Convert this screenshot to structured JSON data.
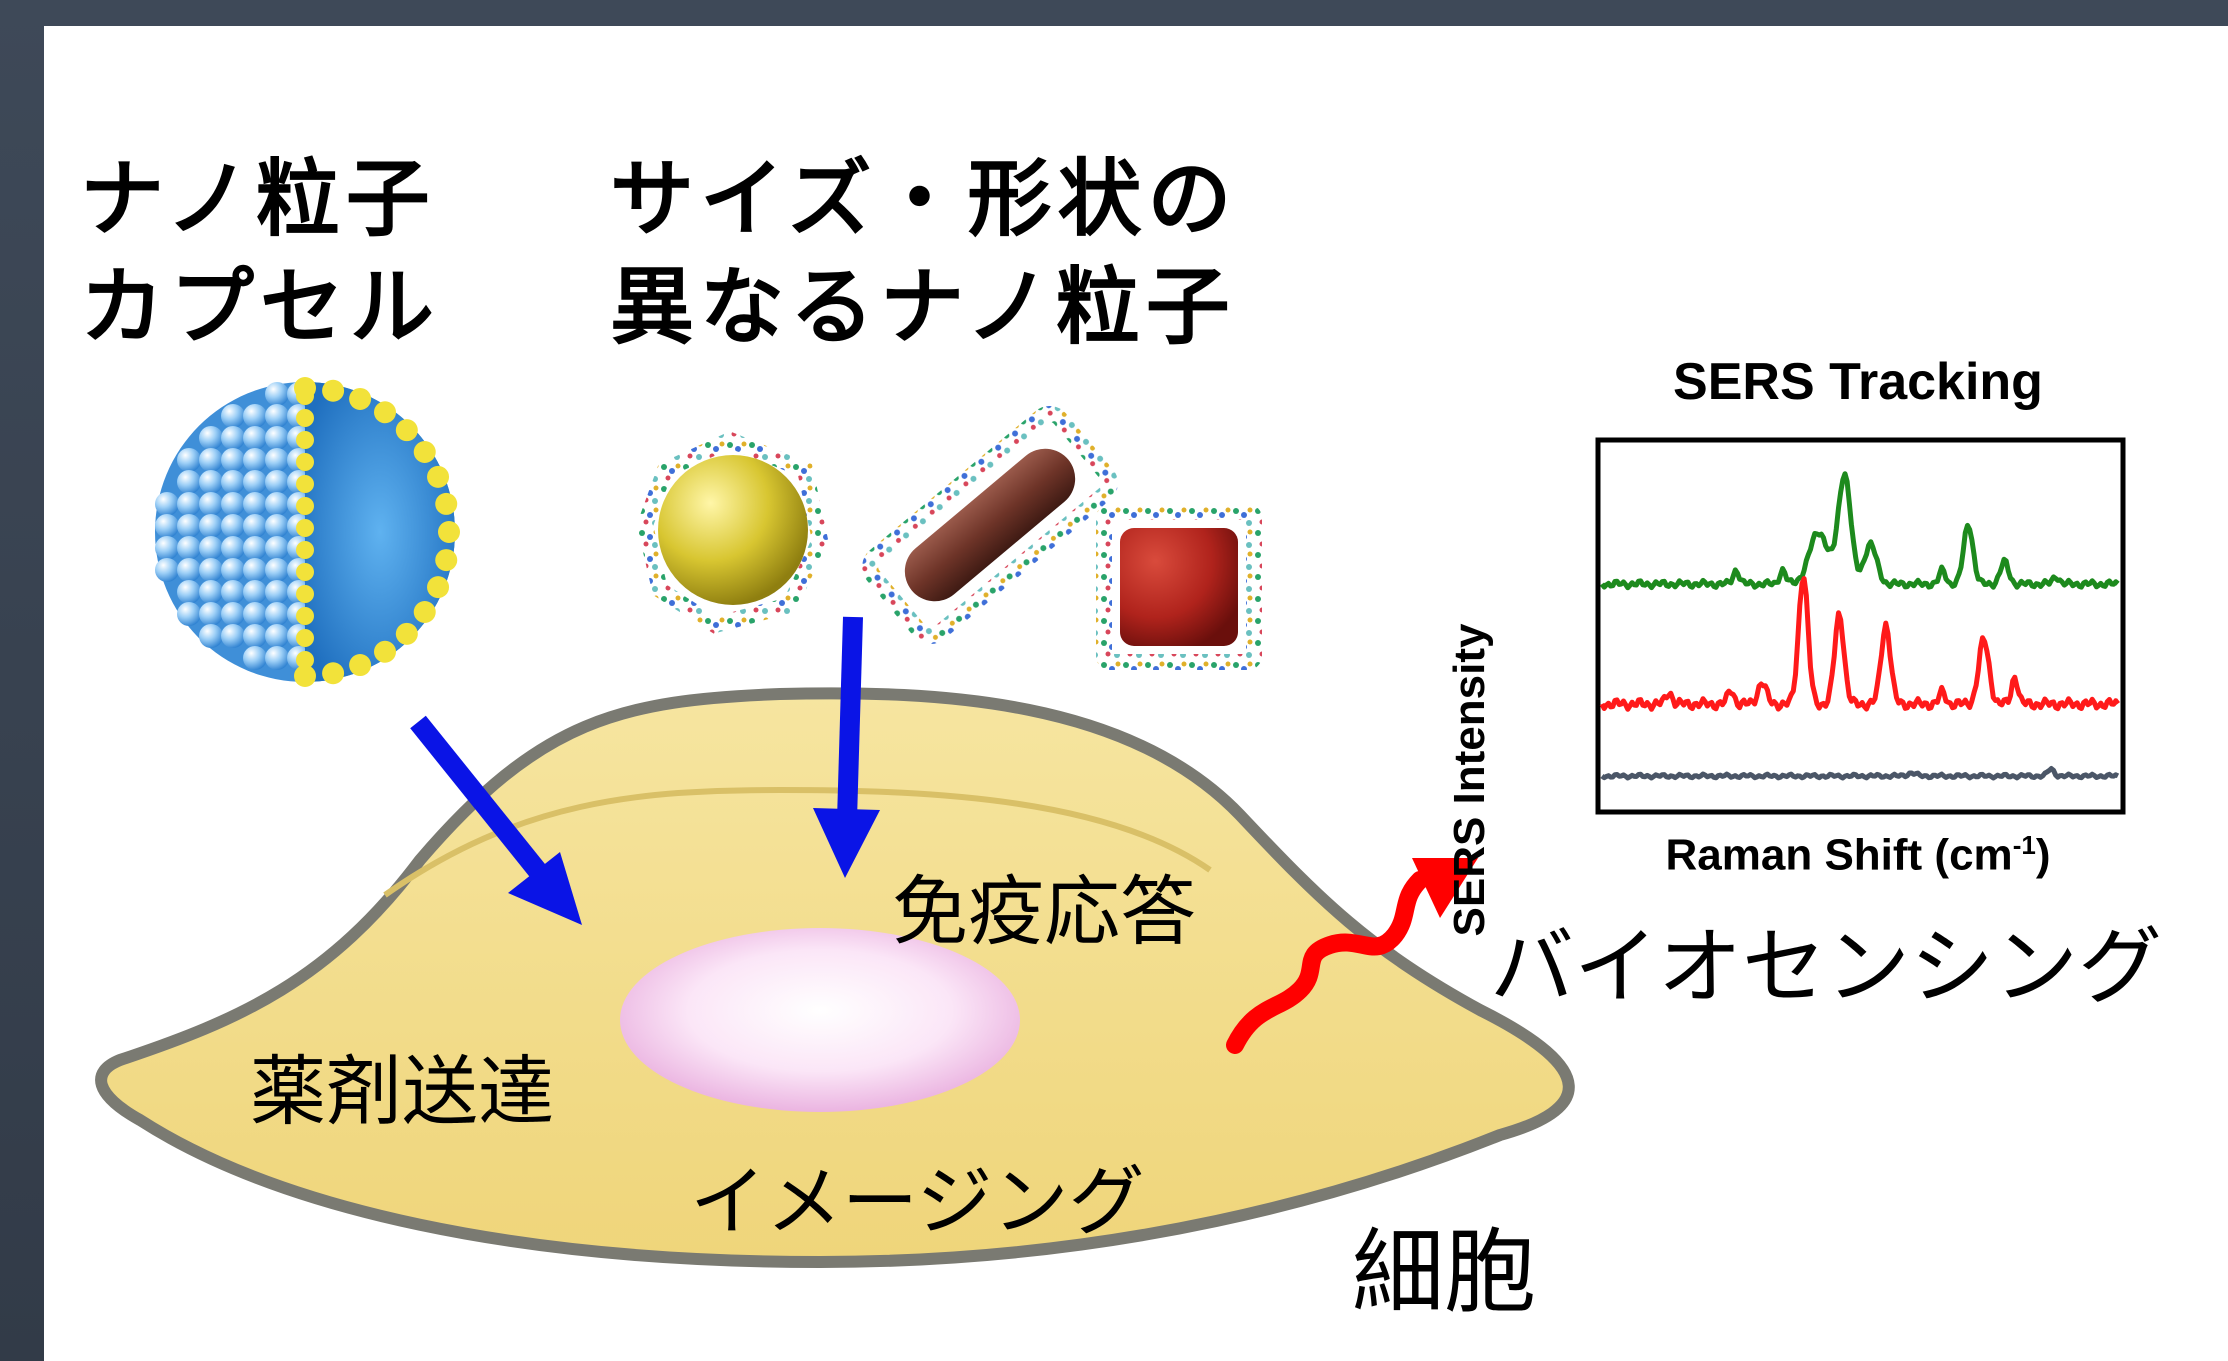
{
  "titles": {
    "capsule": "ナノ粒子\nカプセル",
    "shapes": "サイズ・形状の\n異なるナノ粒子"
  },
  "labels": {
    "immune_response": "免疫応答",
    "drug_delivery": "薬剤送達",
    "imaging": "イメージング",
    "cell": "細胞",
    "biosensing": "バイオセンシング"
  },
  "sers_panel": {
    "title": "SERS Tracking",
    "ylabel": "SERS Intensity",
    "xlabel_main": "Raman Shift (cm",
    "xlabel_sup": "-1",
    "xlabel_close": ")"
  },
  "colors": {
    "frame": "#3b4656",
    "cell_fill": "#f3dc87",
    "cell_edge": "#7a7a72",
    "nucleus": "#f6d2ee",
    "arrow_blue": "#0a14e6",
    "arrow_red": "#ff0000",
    "spectrum_green": "#1d8a1d",
    "spectrum_red": "#ff1a1a",
    "spectrum_gray": "#4b5667",
    "gold_sphere": "#d8c631",
    "rod": "#6e3428",
    "cube": "#b0231c",
    "capsule_blue": "#4aa3e8",
    "capsule_yellow": "#f2e23a"
  },
  "icons": [
    "nanocapsule-icon",
    "sphere-nanoparticle-icon",
    "rod-nanoparticle-icon",
    "cube-nanoparticle-icon",
    "cell-icon",
    "nucleus-icon"
  ]
}
